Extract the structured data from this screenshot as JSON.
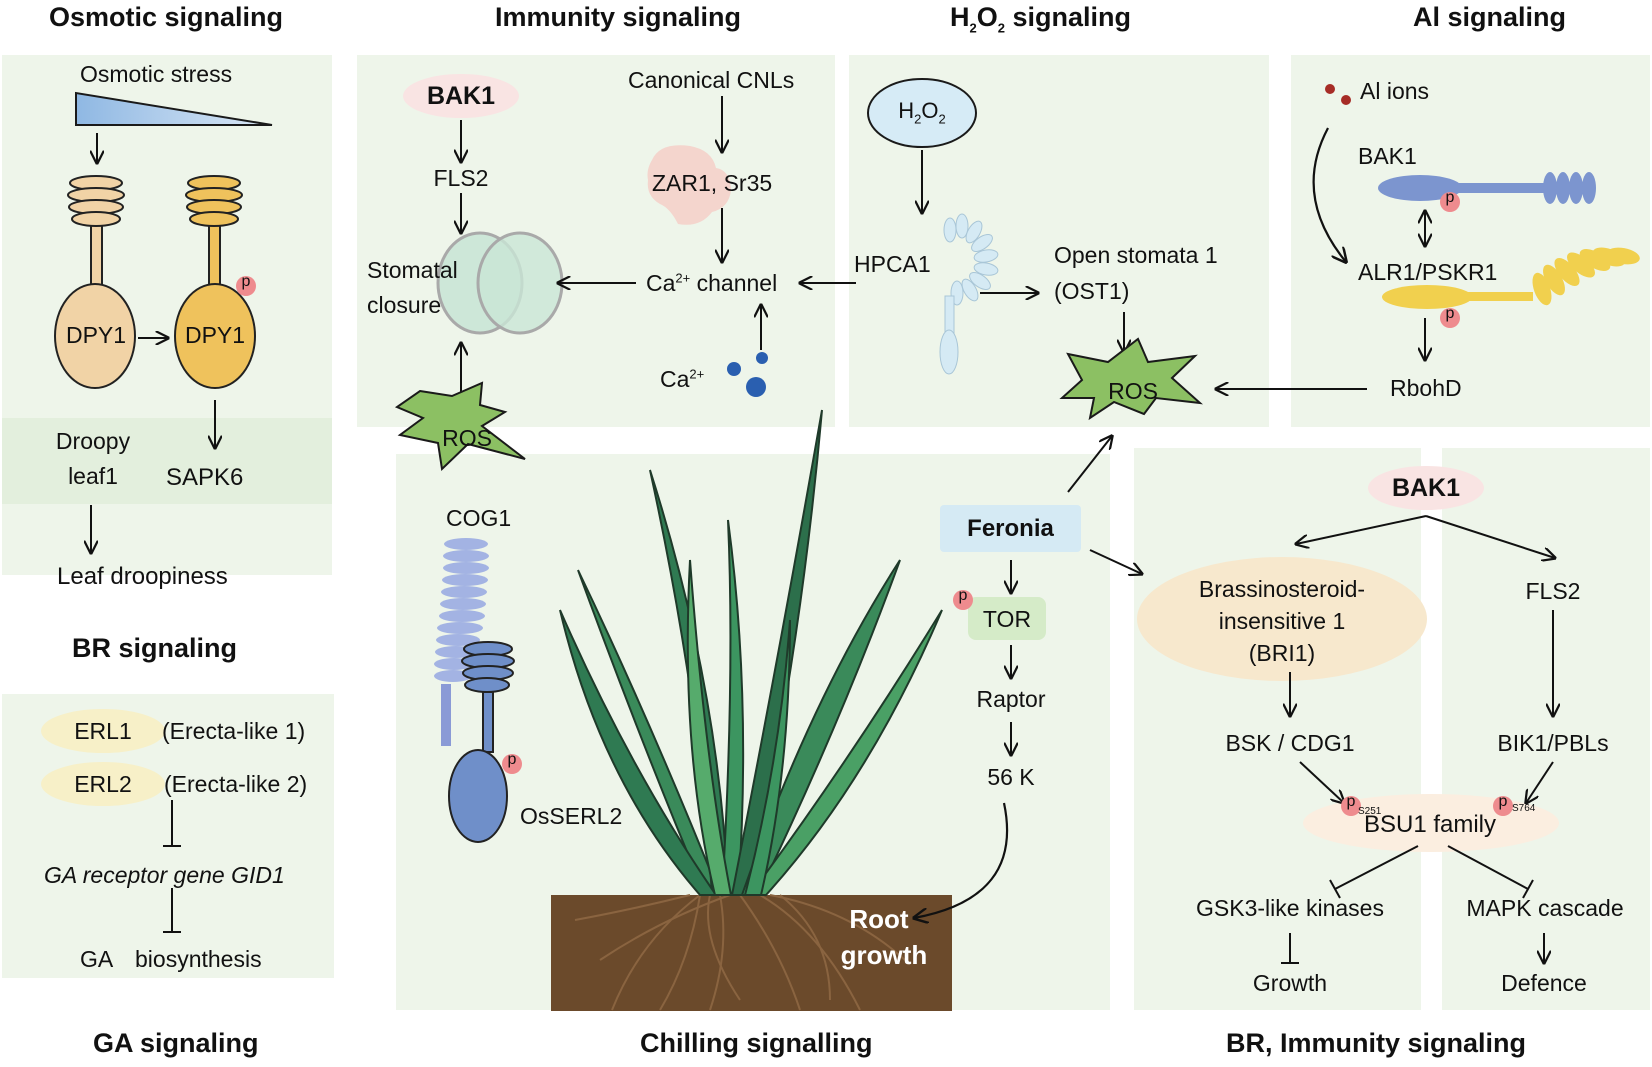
{
  "titles": {
    "osmotic": "Osmotic signaling",
    "immunity": "Immunity signaling",
    "h2o2_prefix": "H",
    "h2o2_sub1": "2",
    "h2o2_mid": "O",
    "h2o2_sub2": "2",
    "h2o2_suffix": " signaling",
    "al": "Al signaling",
    "br": "BR signaling",
    "ga": "GA signaling",
    "chilling": "Chilling signalling",
    "br_immunity": "BR, Immunity signaling"
  },
  "osmotic": {
    "stress": "Osmotic stress",
    "dpy1_a": "DPY1",
    "dpy1_b": "DPY1",
    "droopy1": "Droopy",
    "droopy2": "leaf1",
    "sapk6": "SAPK6",
    "leaf": "Leaf droopiness",
    "p": "p"
  },
  "ga": {
    "erl1": "ERL1",
    "erl1_full": "(Erecta-like 1)",
    "erl2": "ERL2",
    "erl2_full": "(Erecta-like 2)",
    "gid1": "GA receptor gene GID1",
    "ga": "GA",
    "bio": "biosynthesis"
  },
  "immunity": {
    "bak1": "BAK1",
    "fls2": "FLS2",
    "stomatal1": "Stomatal",
    "stomatal2": "closure",
    "cnls": "Canonical CNLs",
    "zar1": "ZAR1",
    "sr35": ", Sr35",
    "ca_channel_pre": "Ca",
    "ca_channel_sup": "2+",
    "ca_channel_post": " channel",
    "ca_pre": "Ca",
    "ca_sup": "2+",
    "ros": "ROS"
  },
  "h2o2": {
    "h_pre": "H",
    "h_sub1": "2",
    "h_mid": "O",
    "h_sub2": "2",
    "hpca1": "HPCA1",
    "ost1_1": "Open stomata 1",
    "ost1_2": "(OST1)",
    "ros": "ROS"
  },
  "al": {
    "ions": "Al ions",
    "bak1": "BAK1",
    "alr1": "ALR1/PSKR1",
    "rbohd": "RbohD",
    "p": "p"
  },
  "chilling": {
    "cog1": "COG1",
    "osserl2": "OsSERL2",
    "feronia": "Feronia",
    "tor": "TOR",
    "raptor": "Raptor",
    "k56": "56 K",
    "root1": "Root",
    "root2": "growth",
    "p": "p"
  },
  "br_immunity": {
    "bak1": "BAK1",
    "bri1_1": "Brassinosteroid-",
    "bri1_2": "insensitive 1",
    "bri1_3": "(BRI1)",
    "fls2": "FLS2",
    "bsk": "BSK / CDG1",
    "bik1": "BIK1/PBLs",
    "bsu1": "BSU1 family",
    "s251": "S251",
    "s764": "S764",
    "gsk3": "GSK3-like kinases",
    "mapk": "MAPK cascade",
    "growth": "Growth",
    "defence": "Defence",
    "p": "p"
  },
  "colors": {
    "panel": "#eef5ea",
    "ros_green": "#8cc063",
    "dpy_light": "#f1d3a6",
    "dpy_dark": "#efc25c",
    "blue_receptor": "#7c95cf",
    "yellow_receptor": "#f1d04e",
    "p_badge": "#ee8b8e",
    "soil": "#6b4a2b"
  }
}
